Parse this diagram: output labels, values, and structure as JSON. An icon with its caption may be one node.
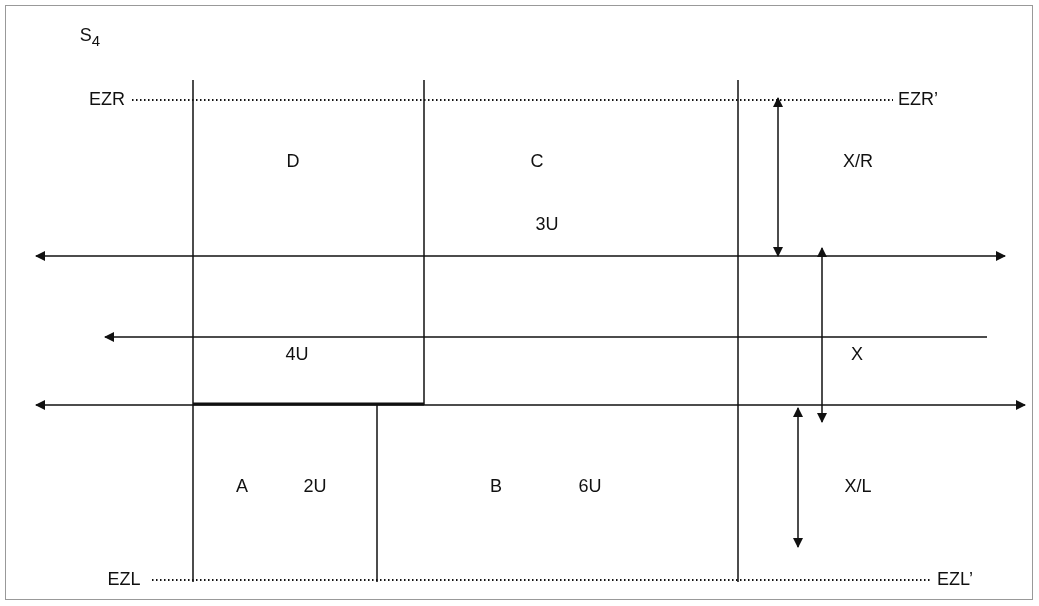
{
  "diagram": {
    "labels": [
      "S$_{4}$",
      "EZR",
      "EZR’",
      "D",
      "C",
      "X/R",
      "3U",
      "4U",
      "X",
      "A",
      "2U",
      "B",
      "6U",
      "X/L",
      "EZL",
      "EZL’"
    ]
  }
}
